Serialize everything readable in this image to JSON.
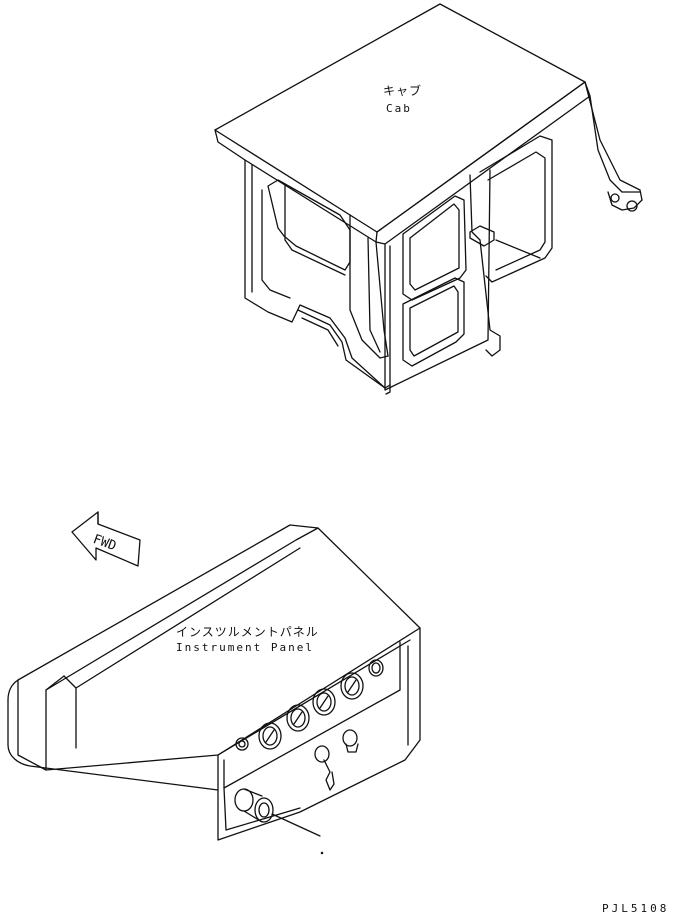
{
  "cab": {
    "label_jp": "キャブ",
    "label_en": "Cab"
  },
  "instrument_panel": {
    "label_jp": "インスツルメントパネル",
    "label_en": "Instrument Panel"
  },
  "direction_marker": {
    "text": "FWD"
  },
  "diagram_code": "PJL5108"
}
